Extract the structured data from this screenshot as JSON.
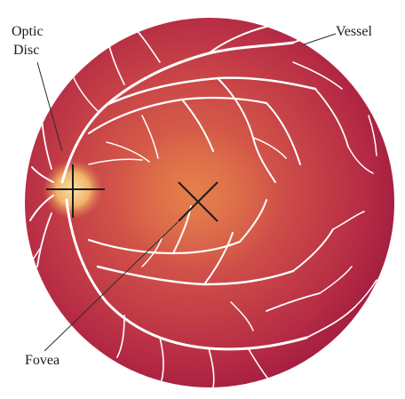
{
  "labels": {
    "optic_disc_line1": "Optic",
    "optic_disc_line2": "Disc",
    "vessel": "Vessel",
    "fovea": "Fovea"
  },
  "colors": {
    "fundus_center": "#e0704a",
    "fundus_mid": "#c0384a",
    "fundus_edge": "#a01840",
    "optic_disc": "#f6cf8a",
    "vessel": "#ffffff",
    "marker": "#1c1c1c"
  }
}
